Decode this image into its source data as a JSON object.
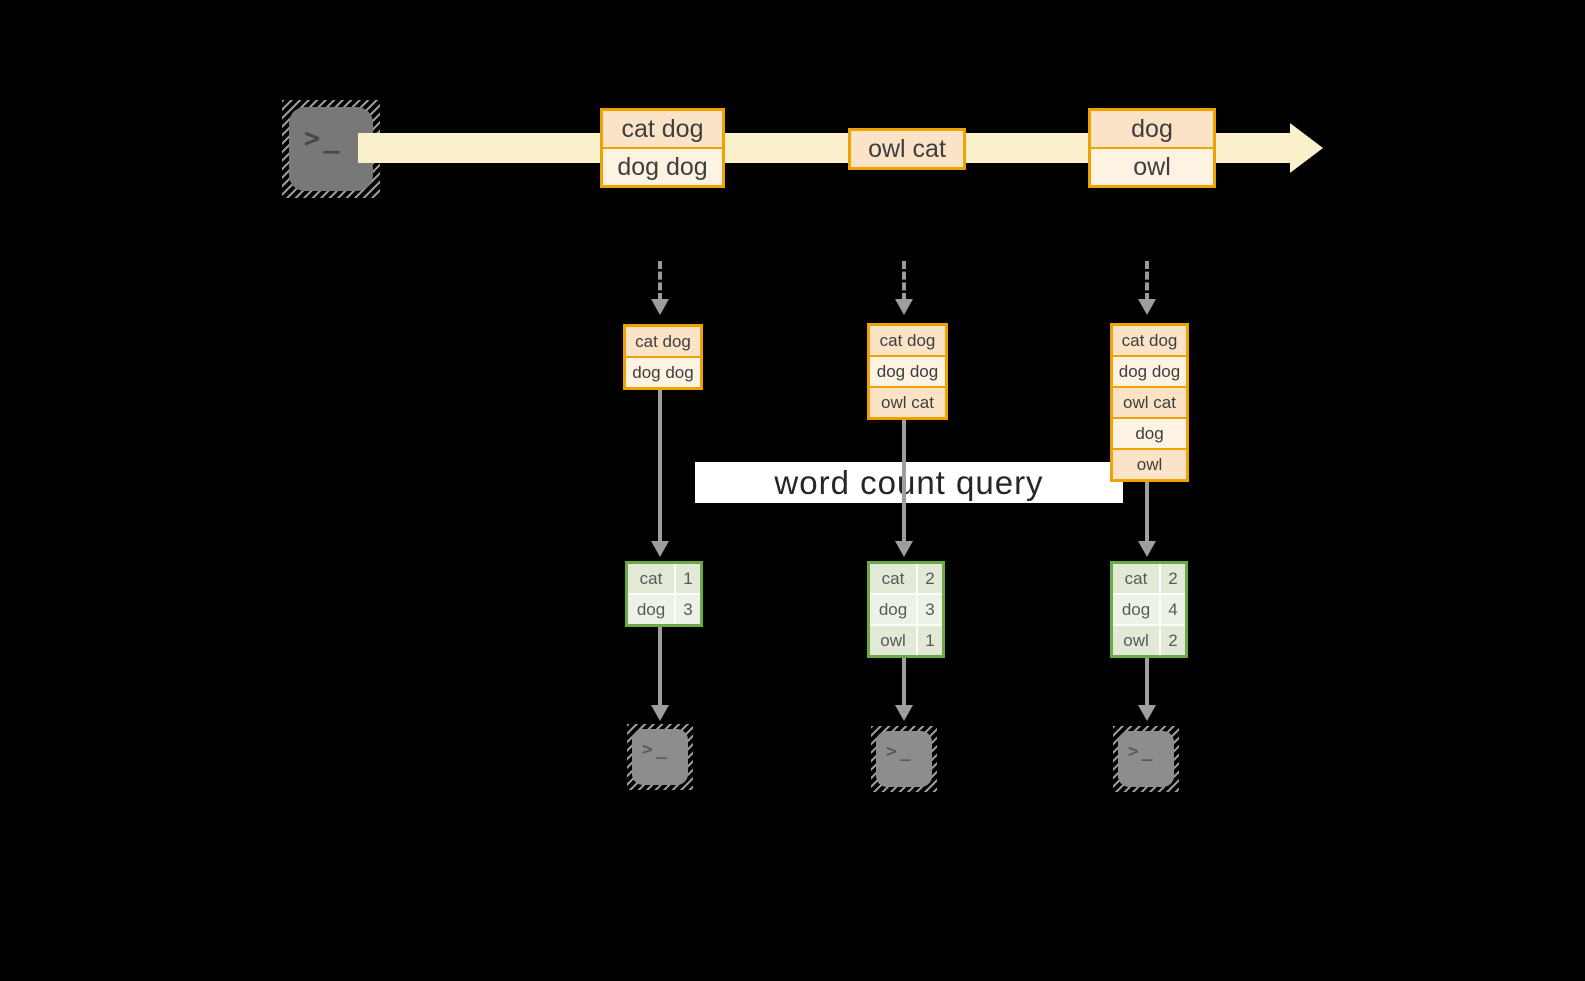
{
  "diagram": {
    "query_label": "word count query",
    "source_terminal_glyph": ">_",
    "stream_batches": [
      {
        "lines": [
          "cat dog",
          "dog dog"
        ]
      },
      {
        "lines": [
          "owl cat"
        ]
      },
      {
        "lines": [
          "dog",
          "owl"
        ]
      }
    ],
    "columns": [
      {
        "buffer_lines": [
          "cat dog",
          "dog dog"
        ],
        "counts": [
          {
            "word": "cat",
            "count": "1"
          },
          {
            "word": "dog",
            "count": "3"
          }
        ],
        "terminal_glyph": ">_"
      },
      {
        "buffer_lines": [
          "cat dog",
          "dog dog",
          "owl cat"
        ],
        "counts": [
          {
            "word": "cat",
            "count": "2"
          },
          {
            "word": "dog",
            "count": "3"
          },
          {
            "word": "owl",
            "count": "1"
          }
        ],
        "terminal_glyph": ">_"
      },
      {
        "buffer_lines": [
          "cat dog",
          "dog dog",
          "owl cat",
          "dog",
          "owl"
        ],
        "counts": [
          {
            "word": "cat",
            "count": "2"
          },
          {
            "word": "dog",
            "count": "4"
          },
          {
            "word": "owl",
            "count": "2"
          }
        ],
        "terminal_glyph": ">_"
      }
    ]
  },
  "colors": {
    "background": "#000000",
    "stream_band": "#fbf0cc",
    "gold_border": "#f0a202",
    "peach_fill": "#fbe3c8",
    "cream_fill": "#fdf3e2",
    "green_border": "#6caa45",
    "green_cell_dark": "#e2e9d7",
    "green_cell_light": "#edf2e9",
    "arrow_gray": "#9e9e9e",
    "terminal_gray": "#787878",
    "box_text": "#3e3e3e",
    "table_text": "#595959",
    "query_text": "#262626",
    "query_background": "#ffffff"
  }
}
